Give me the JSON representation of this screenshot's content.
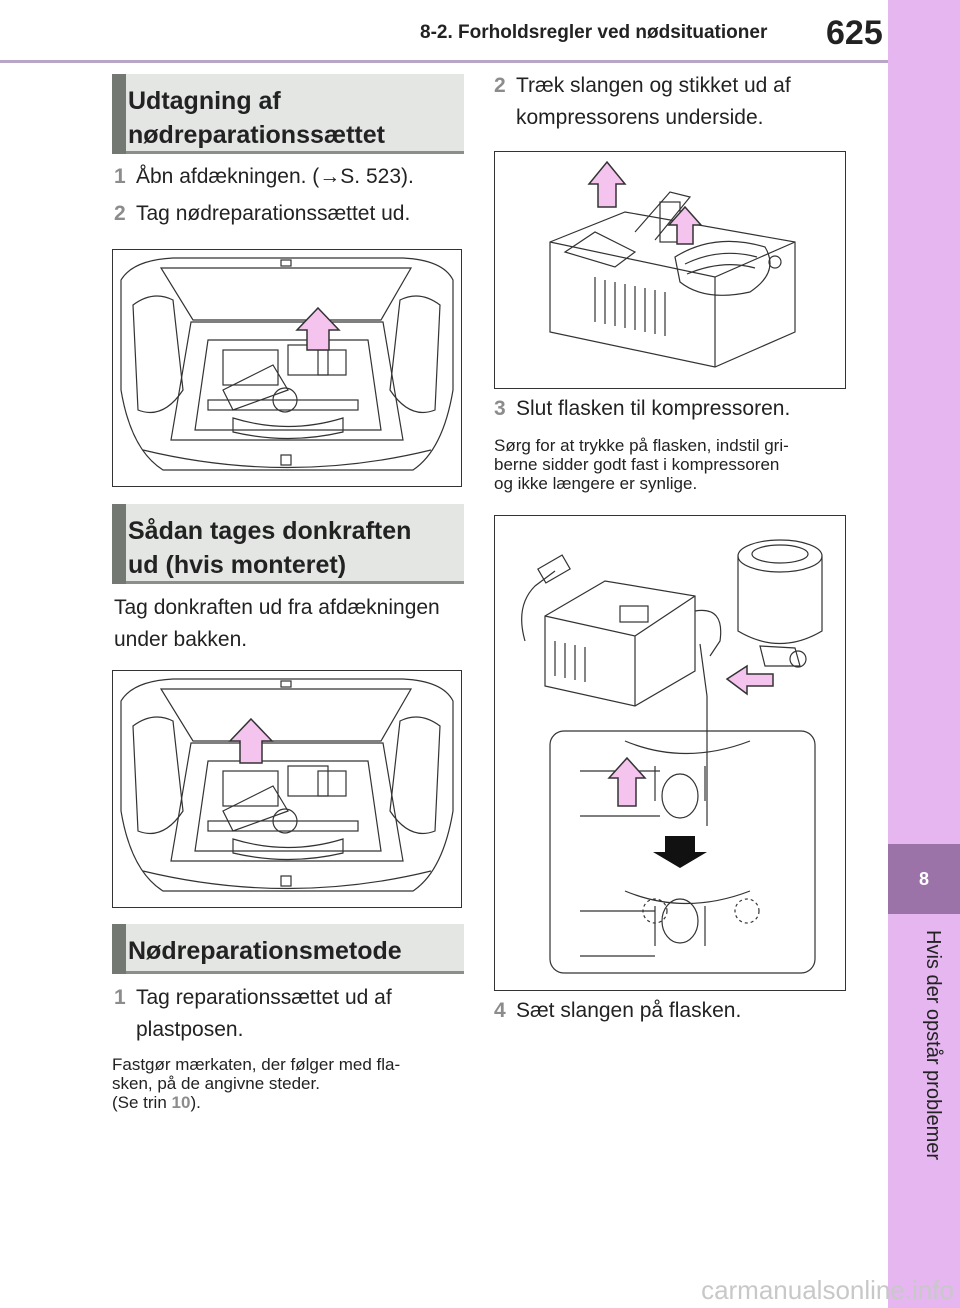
{
  "header": {
    "section": "8-2. Forholdsregler ved nødsituationer",
    "page_number": "625"
  },
  "sidebar": {
    "chapter_number": "8",
    "chapter_title": "Hvis der opstår problemer"
  },
  "left": {
    "section1": {
      "title": "Udtagning af nødreparationssættet",
      "step1_num": "1",
      "step1_text": "Åbn afdækningen. (→S. 523).",
      "step2_num": "2",
      "step2_text": "Tag nødreparationssættet ud."
    },
    "section2": {
      "title": "Sådan tages donkraften ud (hvis monteret)",
      "paragraph": "Tag donkraften ud fra afdækningen under bakken."
    },
    "section3": {
      "title": "Nødreparationsmetode",
      "step1_num": "1",
      "step1_text": "Tag reparationssættet ud af plastposen.",
      "note_line1": "Fastgør mærkaten, der følger med fla-",
      "note_line2": "sken, på de angivne steder.",
      "note_line3_prefix": "(Se trin ",
      "note_line3_num": "10",
      "note_line3_suffix": ")."
    }
  },
  "right": {
    "step2_num": "2",
    "step2_text": "Træk slangen og stikket ud af kompressorens underside.",
    "step3_num": "3",
    "step3_text": "Slut flasken til kompressoren.",
    "note_line1": "Sørg for at trykke på flasken, indstil gri-",
    "note_line2": "berne sidder godt fast i kompressoren",
    "note_line3": "og ikke længere er synlige.",
    "step4_num": "4",
    "step4_text": "Sæt slangen på flasken."
  },
  "colors": {
    "accent_tab": "#e5b6f0",
    "chapter_box": "#9b73a9",
    "arrow_pink": "#f4c4ee",
    "section_bg": "#e3e6e3"
  },
  "watermark": "carmanualsonline.info"
}
